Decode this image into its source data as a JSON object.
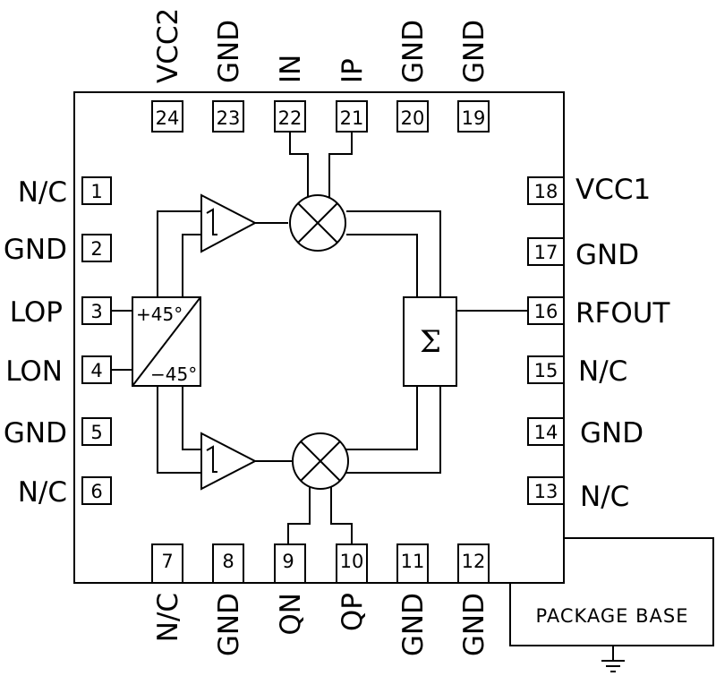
{
  "pins": [
    {
      "num": "1",
      "label": "N/C"
    },
    {
      "num": "2",
      "label": "GND"
    },
    {
      "num": "3",
      "label": "LOP"
    },
    {
      "num": "4",
      "label": "LON"
    },
    {
      "num": "5",
      "label": "GND"
    },
    {
      "num": "6",
      "label": "N/C"
    },
    {
      "num": "7",
      "label": "N/C"
    },
    {
      "num": "8",
      "label": "GND"
    },
    {
      "num": "9",
      "label": "QN"
    },
    {
      "num": "10",
      "label": "QP"
    },
    {
      "num": "11",
      "label": "GND"
    },
    {
      "num": "12",
      "label": "GND"
    },
    {
      "num": "13",
      "label": "N/C"
    },
    {
      "num": "14",
      "label": "GND"
    },
    {
      "num": "15",
      "label": "N/C"
    },
    {
      "num": "16",
      "label": "RFOUT"
    },
    {
      "num": "17",
      "label": "GND"
    },
    {
      "num": "18",
      "label": "VCC1"
    },
    {
      "num": "19",
      "label": "GND"
    },
    {
      "num": "20",
      "label": "GND"
    },
    {
      "num": "21",
      "label": "IP"
    },
    {
      "num": "22",
      "label": "IN"
    },
    {
      "num": "23",
      "label": "GND"
    },
    {
      "num": "24",
      "label": "VCC2"
    }
  ],
  "phase_splitter": {
    "plus": "+45°",
    "minus": "−45°"
  },
  "summer": {
    "symbol": "Σ"
  },
  "package_base": {
    "label": "PACKAGE BASE"
  }
}
